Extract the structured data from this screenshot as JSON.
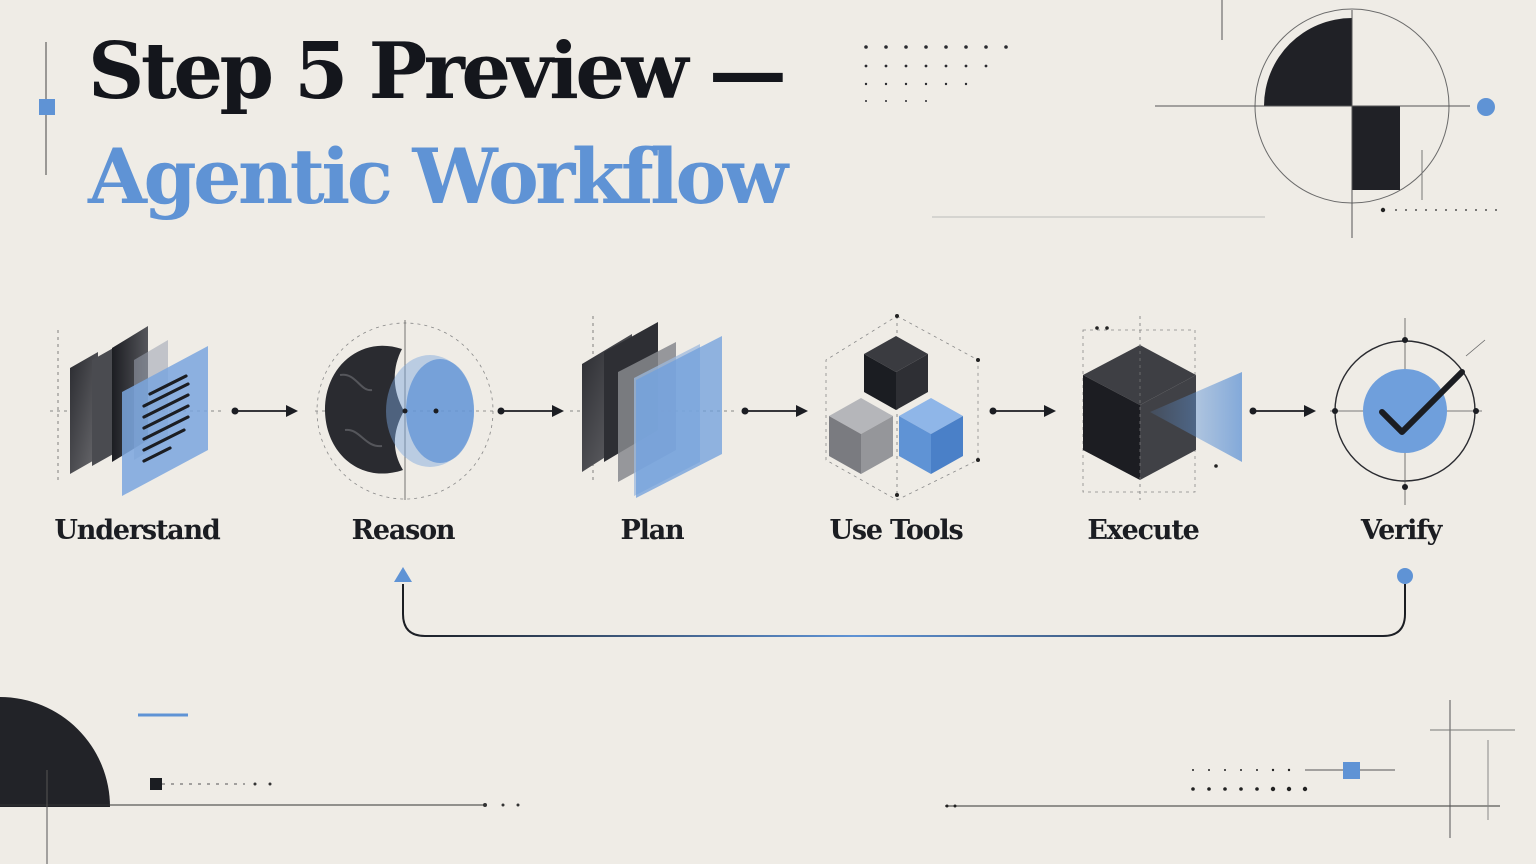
{
  "title": {
    "line1": "Step 5 Preview —",
    "line2": "Agentic Workflow"
  },
  "steps": [
    {
      "label": "Understand",
      "icon": "document-layers-icon"
    },
    {
      "label": "Reason",
      "icon": "brain-split-icon"
    },
    {
      "label": "Plan",
      "icon": "stacked-planes-icon"
    },
    {
      "label": "Use Tools",
      "icon": "cubes-icon"
    },
    {
      "label": "Execute",
      "icon": "cube-beam-icon"
    },
    {
      "label": "Verify",
      "icon": "checkmark-circle-icon"
    }
  ],
  "feedback_loop": {
    "from": "Verify",
    "to": "Reason"
  },
  "colors": {
    "background": "#efece6",
    "ink": "#14161c",
    "accent": "#5f93d5"
  }
}
